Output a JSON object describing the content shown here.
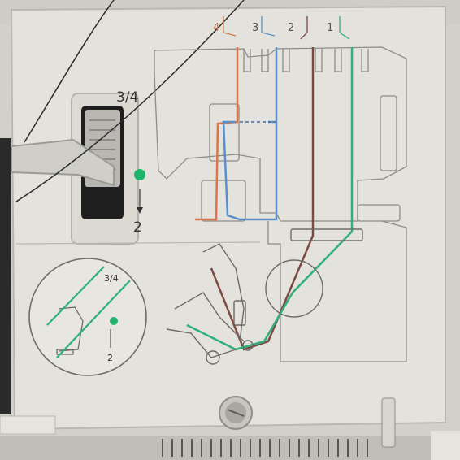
{
  "thread_guide": {
    "numbers": [
      "4",
      "3",
      "2",
      "1"
    ],
    "colors": {
      "thread_4": "#d9774a",
      "thread_3": "#5b8fc9",
      "thread_2": "#7a4a42",
      "thread_1": "#2fb07a"
    }
  },
  "tension_dial": {
    "upper_label": "3/4",
    "lower_label": "2",
    "marker_color": "#1fb36b"
  },
  "inset_diagram": {
    "upper_label": "3/4",
    "lower_label": "2"
  },
  "icons": [
    "screw-icon",
    "arrow-down-icon"
  ]
}
